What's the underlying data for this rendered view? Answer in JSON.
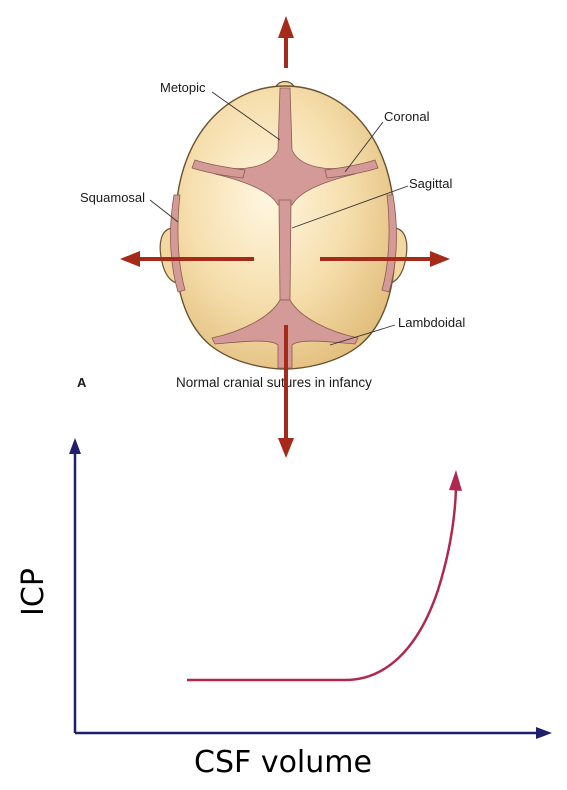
{
  "diagram": {
    "panel_letter": "A",
    "caption": "Normal cranial sutures in infancy",
    "labels": {
      "metopic": "Metopic",
      "coronal": "Coronal",
      "sagittal": "Sagittal",
      "squamosal": "Squamosal",
      "lambdoidal": "Lambdoidal"
    }
  },
  "graph": {
    "xlabel": "CSF volume",
    "ylabel": "ICP"
  },
  "colors": {
    "arrow": "#a52a1a",
    "skull_fill": "#f2d7a0",
    "suture": "#c98a8c",
    "axis": "#1f1f6e",
    "curve": "#b0284f"
  }
}
